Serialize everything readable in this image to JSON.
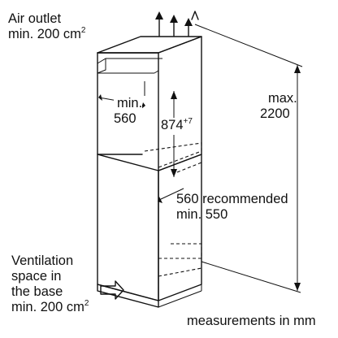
{
  "labels": {
    "air_outlet_line1": "Air outlet",
    "air_outlet_line2": "min. 200 cm",
    "air_outlet_sup": "2",
    "niche_width_line1": "min.",
    "niche_width_line2": "560",
    "niche_height_value": "874",
    "niche_height_tolerance": "+7",
    "max_height_line1": "max.",
    "max_height_line2": "2200",
    "depth_line1": "560 recommended",
    "depth_line2": "min. 550",
    "ventilation_line1": "Ventilation",
    "ventilation_line2": "space in",
    "ventilation_line3": "the base",
    "ventilation_line4": "min. 200 cm",
    "ventilation_sup": "2",
    "units_note": "measurements in mm"
  }
}
